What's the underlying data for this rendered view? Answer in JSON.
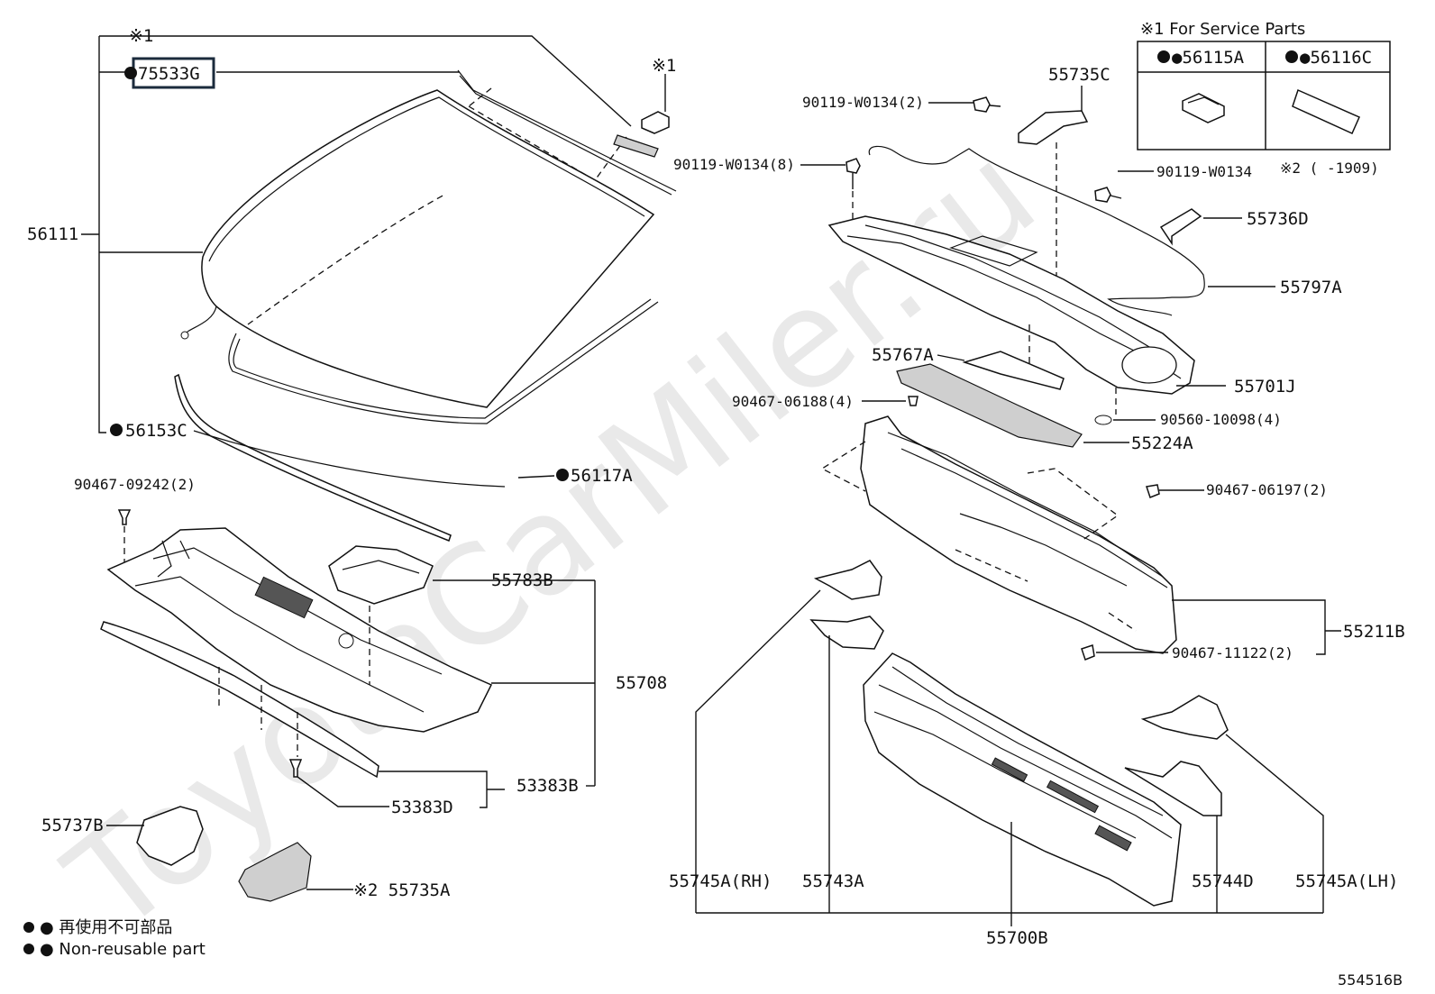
{
  "watermark": "ToyotaCarMiler.ru",
  "diagram_id": "554516B",
  "service_table": {
    "title": "※1 For Service Parts",
    "col1": "●56115A",
    "col2": "●56116C",
    "note": "※2 (      -1909)"
  },
  "legend": {
    "line1": "● 再使用不可部品",
    "line2": "● Non-reusable part"
  },
  "labels": {
    "note1_top": "※1",
    "note1_clip": "※1",
    "p75533G": "75533G",
    "p56111": "56111",
    "p56153C": "56153C",
    "p56117A": "56117A",
    "b90467_09242": "90467-09242(2)",
    "p55783B": "55783B",
    "p55708": "55708",
    "p53383B": "53383B",
    "p53383D": "53383D",
    "p55737B": "55737B",
    "p55735A": "※2 55735A",
    "p55735C": "55735C",
    "b90119_2": "90119-W0134(2)",
    "b90119_8": "90119-W0134(8)",
    "b90119": "90119-W0134",
    "p55736D": "55736D",
    "p55797A": "55797A",
    "p55767A": "55767A",
    "p55701J": "55701J",
    "b90467_06188": "90467-06188(4)",
    "b90560": "90560-10098(4)",
    "p55224A": "55224A",
    "b90467_06197": "90467-06197(2)",
    "p55211B": "55211B",
    "b90467_11122": "90467-11122(2)",
    "p55745A_RH": "55745A(RH)",
    "p55743A": "55743A",
    "p55744D": "55744D",
    "p55745A_LH": "55745A(LH)",
    "p55700B": "55700B"
  }
}
